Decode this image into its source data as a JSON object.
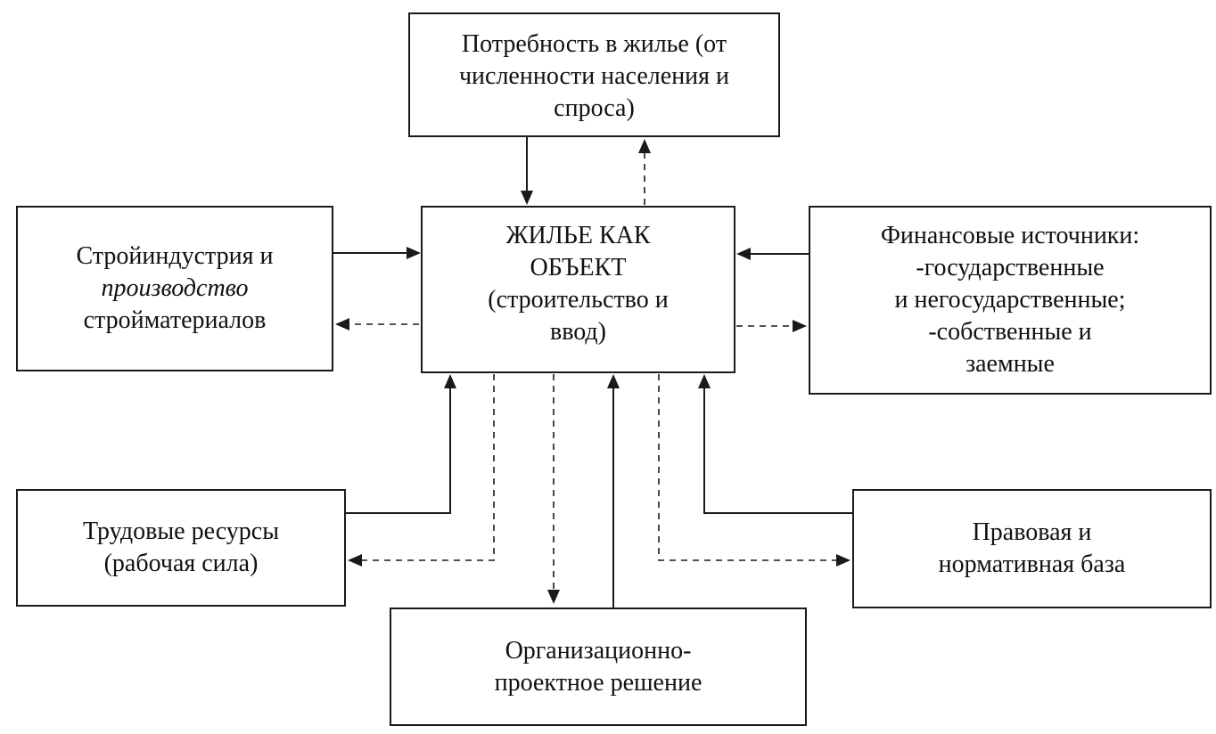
{
  "nodes": {
    "demand": {
      "lines": [
        "Потребность в жилье (от",
        "численности населения и",
        "спроса)"
      ]
    },
    "housing": {
      "lines": [
        "ЖИЛЬЕ КАК",
        "ОБЪЕКТ",
        "(строительство и",
        "ввод)"
      ]
    },
    "construction": {
      "line1": "Стройиндустрия и",
      "line2": "производство",
      "line3": "стройматериалов"
    },
    "finance": {
      "lines": [
        "Финансовые источники:",
        "-государственные",
        "и негосударственные;",
        "-собственные и",
        "заемные"
      ]
    },
    "labor": {
      "lines": [
        "Трудовые ресурсы",
        "(рабочая сила)"
      ]
    },
    "legal": {
      "lines": [
        "Правовая и",
        "нормативная база"
      ]
    },
    "org": {
      "lines": [
        "Организационно-",
        "проектное решение"
      ]
    }
  },
  "edges": [
    {
      "from": "demand",
      "to": "housing",
      "style": "solid"
    },
    {
      "from": "housing",
      "to": "demand",
      "style": "dashed"
    },
    {
      "from": "construction",
      "to": "housing",
      "style": "solid"
    },
    {
      "from": "housing",
      "to": "construction",
      "style": "dashed"
    },
    {
      "from": "finance",
      "to": "housing",
      "style": "solid"
    },
    {
      "from": "housing",
      "to": "finance",
      "style": "dashed"
    },
    {
      "from": "labor",
      "to": "housing",
      "style": "solid"
    },
    {
      "from": "housing",
      "to": "labor",
      "style": "dashed"
    },
    {
      "from": "org",
      "to": "housing",
      "style": "solid"
    },
    {
      "from": "housing",
      "to": "org",
      "style": "dashed"
    },
    {
      "from": "legal",
      "to": "housing",
      "style": "solid"
    },
    {
      "from": "housing",
      "to": "legal",
      "style": "dashed"
    }
  ]
}
